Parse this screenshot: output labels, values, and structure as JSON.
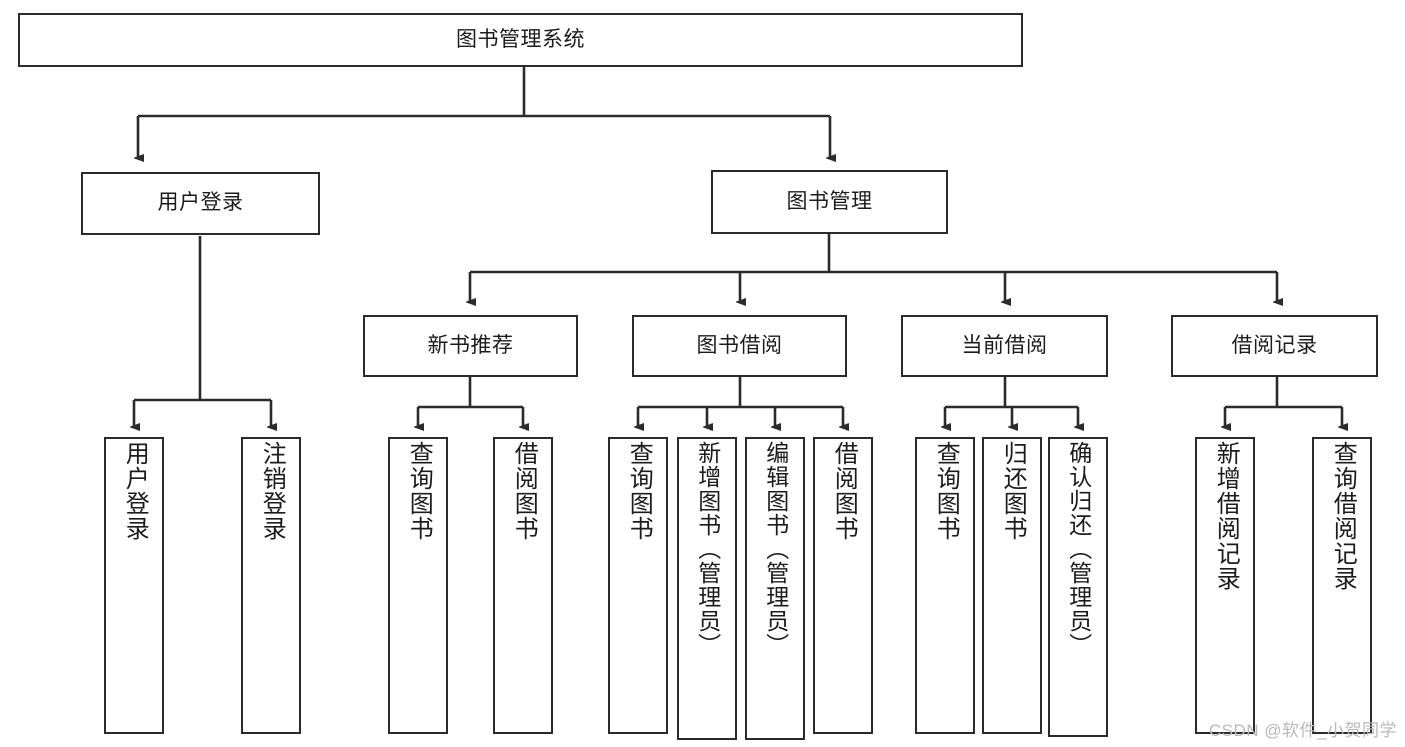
{
  "diagram": {
    "title": "图书管理系统",
    "watermark": "CSDN @软件_小贺同学",
    "accent_color": "#2b2b2b",
    "background_color": "#ffffff",
    "type": "tree-hierarchy",
    "levels": 4,
    "nodes": {
      "root": {
        "label": "图书管理系统"
      },
      "level2": [
        {
          "label": "用户登录"
        },
        {
          "label": "图书管理"
        }
      ],
      "level3": [
        {
          "label": "新书推荐"
        },
        {
          "label": "图书借阅"
        },
        {
          "label": "当前借阅"
        },
        {
          "label": "借阅记录"
        }
      ],
      "leaves_user_login": [
        {
          "label": "用户登录"
        },
        {
          "label": "注销登录"
        }
      ],
      "leaves_new_book": [
        {
          "label": "查询图书"
        },
        {
          "label": "借阅图书"
        }
      ],
      "leaves_borrow": [
        {
          "label": "查询图书"
        },
        {
          "label": "新增图书（管理员）"
        },
        {
          "label": "编辑图书（管理员）"
        },
        {
          "label": "借阅图书"
        }
      ],
      "leaves_current": [
        {
          "label": "查询图书"
        },
        {
          "label": "归还图书"
        },
        {
          "label": "确认归还（管理员）"
        }
      ],
      "leaves_record": [
        {
          "label": "新增借阅记录"
        },
        {
          "label": "查询借阅记录"
        }
      ]
    }
  }
}
